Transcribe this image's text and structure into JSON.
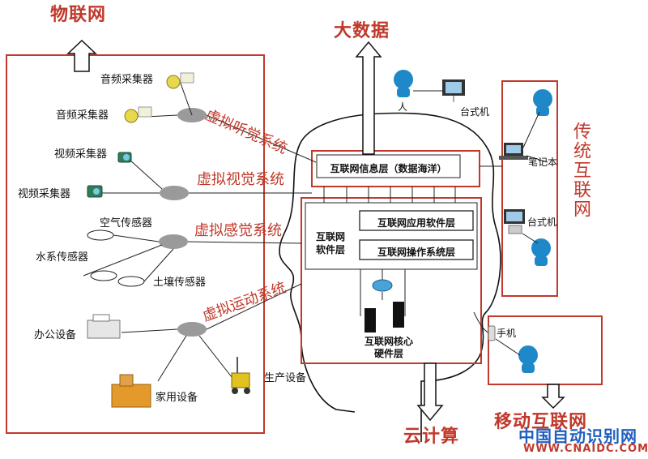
{
  "titles": {
    "iot": "物联网",
    "big_data": "大数据",
    "cloud": "云计算",
    "traditional_internet": "传统互联网",
    "mobile_internet": "移动互联网"
  },
  "iot_devices": {
    "audio1": "音频采集器",
    "audio2": "音频采集器",
    "video1": "视频采集器",
    "video2": "视频采集器",
    "air": "空气传感器",
    "water": "水系传感器",
    "soil": "土壤传感器",
    "office": "办公设备",
    "home": "家用设备",
    "production": "生产设备"
  },
  "systems": {
    "hearing": "虚拟听觉系统",
    "vision": "虚拟视觉系统",
    "sensory": "虚拟感觉系统",
    "motion": "虚拟运动系统"
  },
  "layers": {
    "info": "互联网信息层（数据海洋）",
    "software": "互联网\n软件层",
    "app": "互联网应用软件层",
    "os": "互联网操作系统层",
    "core": "互联网核心\n硬件层"
  },
  "internet_devices": {
    "person": "人",
    "desktop1": "台式机",
    "laptop": "笔记本",
    "desktop2": "台式机",
    "phone": "手机"
  },
  "watermark": {
    "brand": "中国自动识别网",
    "url": "WWW.CNAIDC.COM"
  },
  "colors": {
    "frame_red": "#c0392b",
    "ellipse_gray": "#9a9a9a",
    "head_blue": "#1e88c8",
    "watermark_blue": "#1f5fbf"
  }
}
